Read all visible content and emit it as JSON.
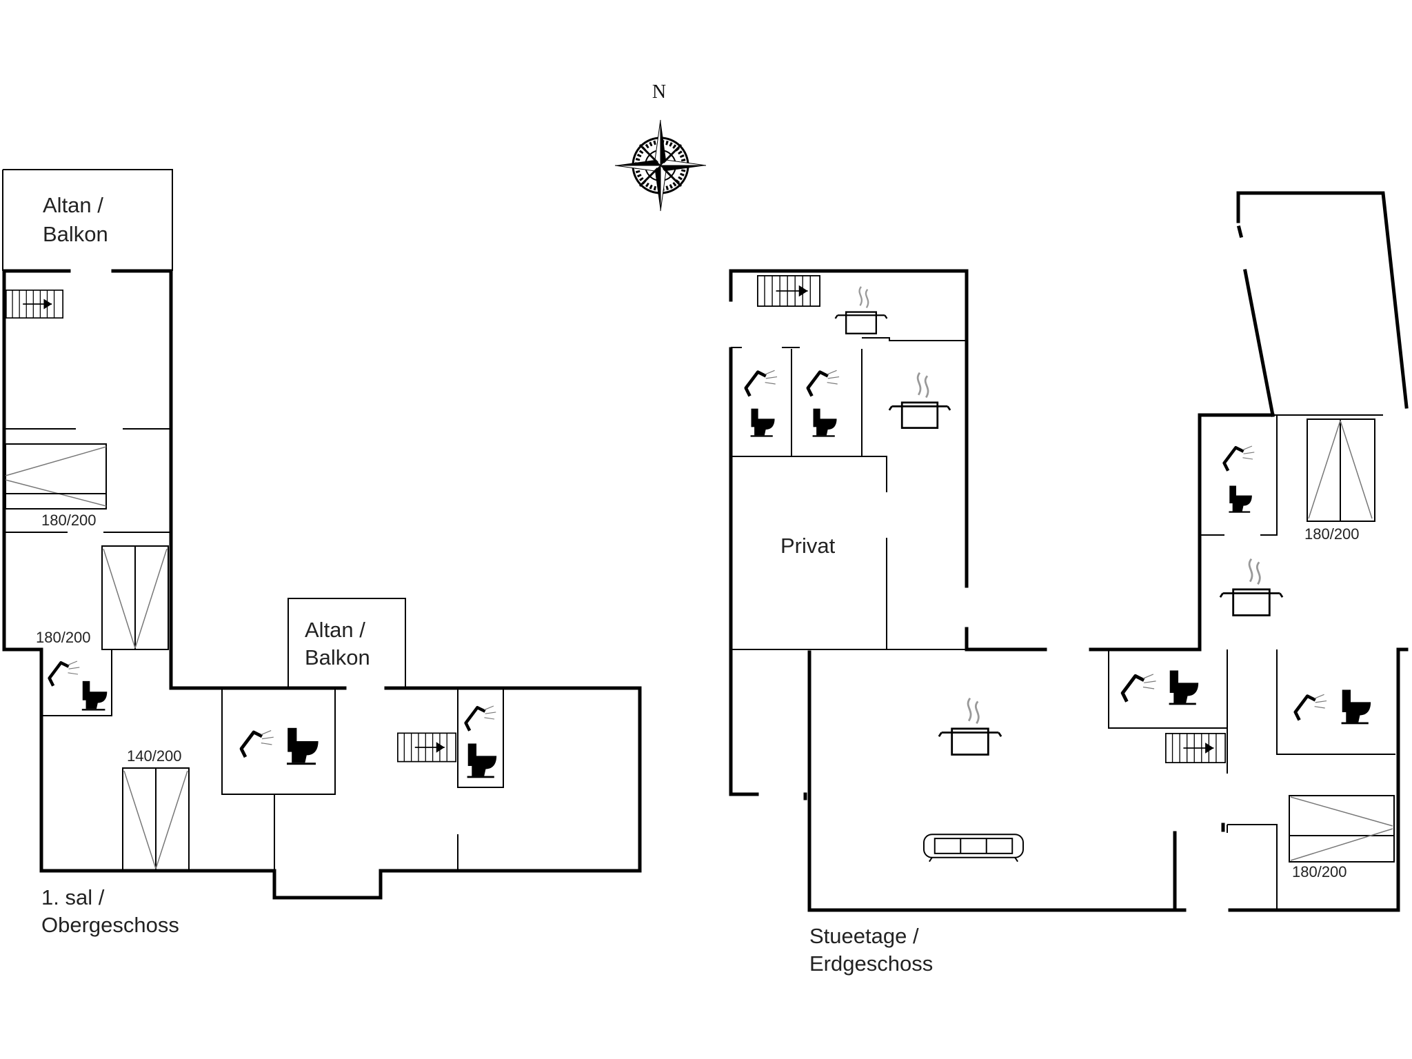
{
  "compass": {
    "label": "N"
  },
  "upper_floor": {
    "name_line1": "1. sal /",
    "name_line2": "Obergeschoss",
    "balcony_1": {
      "line1": "Altan /",
      "line2": "Balkon"
    },
    "balcony_2": {
      "line1": "Altan /",
      "line2": "Balkon"
    },
    "bed_1": "180/200",
    "bed_2": "180/200",
    "bed_3": "140/200"
  },
  "ground_floor": {
    "name_line1": "Stueetage /",
    "name_line2": "Erdgeschoss",
    "private_room": "Privat",
    "bed_1": "180/200",
    "bed_2": "180/200"
  },
  "icons": [
    "compass-rose-icon",
    "stairs-icon",
    "shower-icon",
    "toilet-icon",
    "cooking-pot-icon",
    "bed-icon",
    "sofa-icon"
  ]
}
